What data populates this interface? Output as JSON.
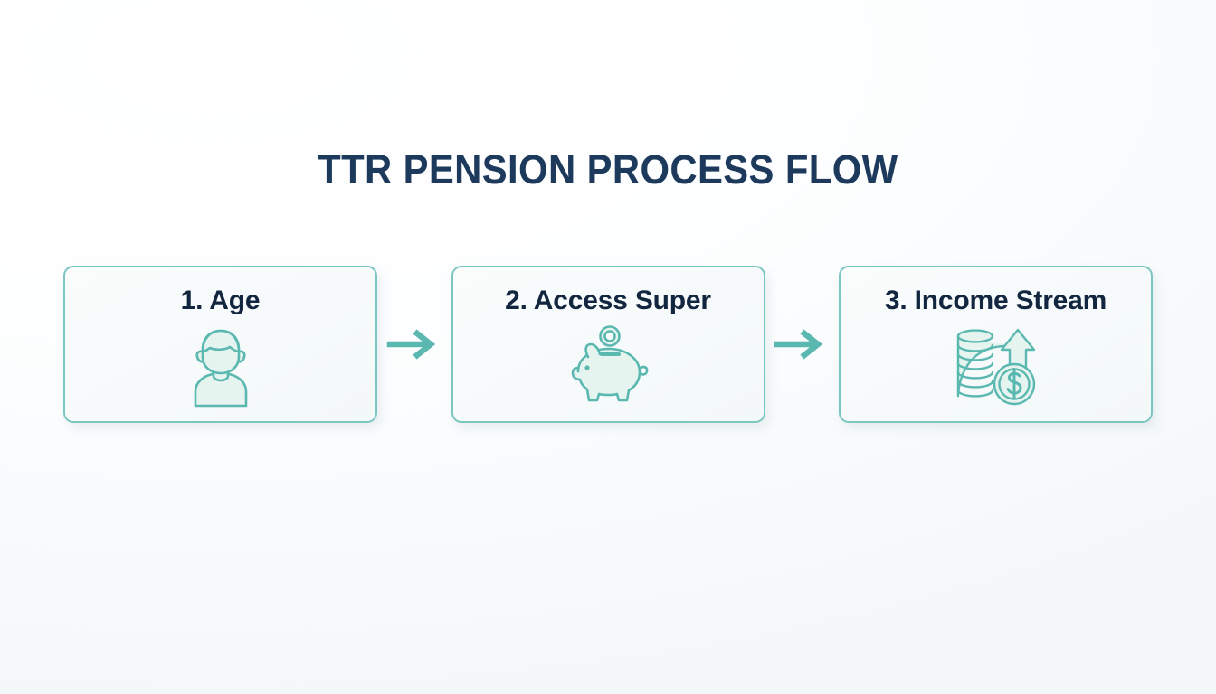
{
  "header": {
    "title": "TTR PENSION PROCESS FLOW"
  },
  "theme": {
    "title_color": "#1d3a5c",
    "label_color": "#12263f",
    "accent_teal": "#5bb8b0",
    "card_border": "#7cc6c1",
    "icon_stroke": "#5bb8b0",
    "icon_fill": "#e4f3ef",
    "card_background": "#f7fafb",
    "page_background": "#fdfeff"
  },
  "flow": {
    "steps": [
      {
        "label": "1. Age",
        "icon": "person-icon",
        "icon_name": "person"
      },
      {
        "label": "2. Access Super",
        "icon": "piggy-bank-icon",
        "icon_name": "piggy-bank"
      },
      {
        "label": "3. Income Stream",
        "icon": "coin-stack-growth-icon",
        "icon_name": "coin-stack-growth"
      }
    ],
    "connectors": [
      {
        "icon": "arrow-right-icon"
      },
      {
        "icon": "arrow-right-icon"
      }
    ]
  },
  "chart_data": {
    "type": "diagram",
    "diagram_type": "process-flow",
    "title": "TTR PENSION PROCESS FLOW",
    "orientation": "horizontal",
    "nodes": [
      {
        "order": 1,
        "label": "1. Age",
        "icon": "person"
      },
      {
        "order": 2,
        "label": "2. Access Super",
        "icon": "piggy-bank"
      },
      {
        "order": 3,
        "label": "3. Income Stream",
        "icon": "coin-stack-growth"
      }
    ],
    "edges": [
      {
        "from": "1. Age",
        "to": "2. Access Super",
        "style": "arrow-right"
      },
      {
        "from": "2. Access Super",
        "to": "3. Income Stream",
        "style": "arrow-right"
      }
    ]
  }
}
